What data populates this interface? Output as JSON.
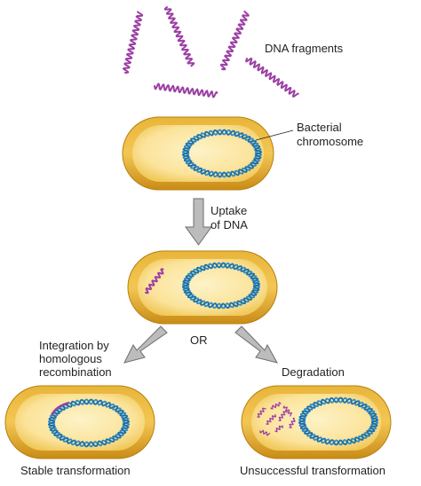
{
  "labels": {
    "dna_fragments": "DNA fragments",
    "bacterial_chromosome": [
      "Bacterial",
      "chromosome"
    ],
    "uptake": [
      "Uptake",
      "of DNA"
    ],
    "or": "OR",
    "integration": [
      "Integration by",
      "homologous",
      "recombination"
    ],
    "degradation": "Degradation",
    "stable": "Stable transformation",
    "unsuccessful": "Unsuccessful transformation"
  },
  "colors": {
    "cell_outer": "#d49a1f",
    "cell_inner": "#fbe39a",
    "cytoplasm_light": "#fdf6d8",
    "chromosome": "#2c8ec9",
    "dna_fragment": "#9b3fa3",
    "arrow_fill": "#bcbcbc",
    "arrow_stroke": "#6d6d6d"
  }
}
